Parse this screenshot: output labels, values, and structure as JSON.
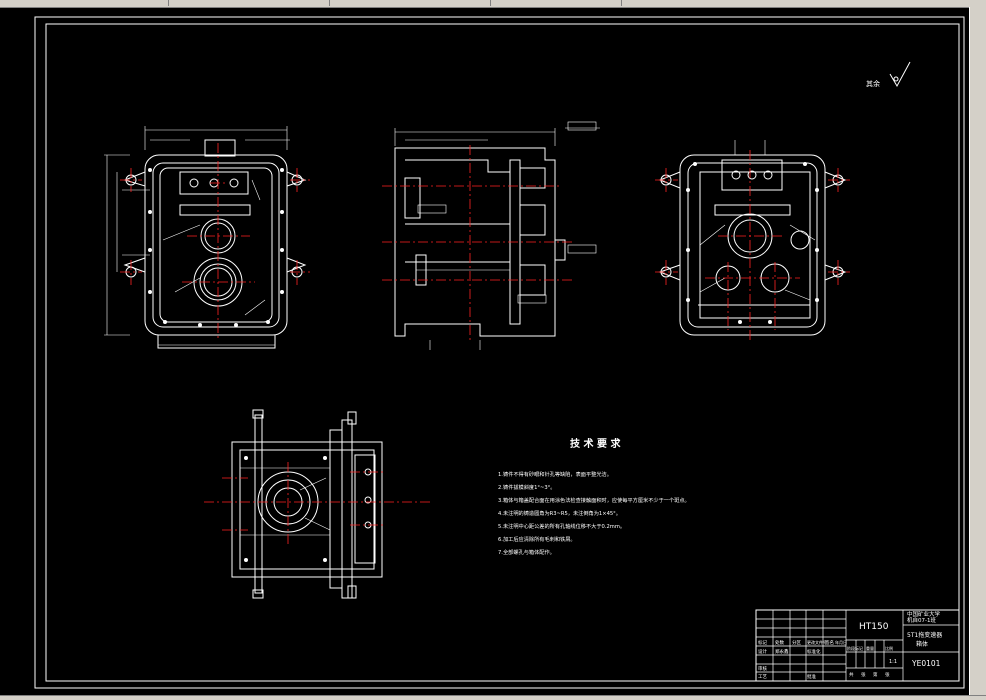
{
  "roughness_note": "其余",
  "tech_req": {
    "title": "技 术 要 求",
    "items": [
      "1.铸件不得有砂眼和针孔等缺陷，表面平整光洁。",
      "2.铸件拔模斜度1°~3°。",
      "3.箱体与箱盖配合面在用涂色法检查接触面积时，应使每平方厘米不少于一个斑点。",
      "4.未注明的铸造圆角为R3~R5，未注倒角为1×45°。",
      "5.未注明中心距公差的所有孔轴线位移不大于0.2mm。",
      "6.加工后应清除所有毛刺和铁屑。",
      "7.全部螺孔与箱体配作。"
    ]
  },
  "title_block": {
    "material": "HT150",
    "org_line1": "中国矿业大学",
    "org_line2": "机自07-1班",
    "part_name_line1": "5T1拖变速器",
    "part_name_line2": "箱体",
    "drawing_no": "YE0101",
    "scale": "1:1",
    "row_labels": [
      "标记",
      "设计",
      "审核",
      "工艺"
    ],
    "col_labels": [
      "处数",
      "分区",
      "更改文件号",
      "签名",
      "年月日"
    ],
    "std_label": "标准化",
    "approve_label": "批准",
    "designer": "郑永鑫",
    "stage_labels": [
      "阶段标记",
      "重量",
      "比例"
    ],
    "sheet_labels": [
      "共",
      "张",
      "第",
      "张"
    ]
  }
}
